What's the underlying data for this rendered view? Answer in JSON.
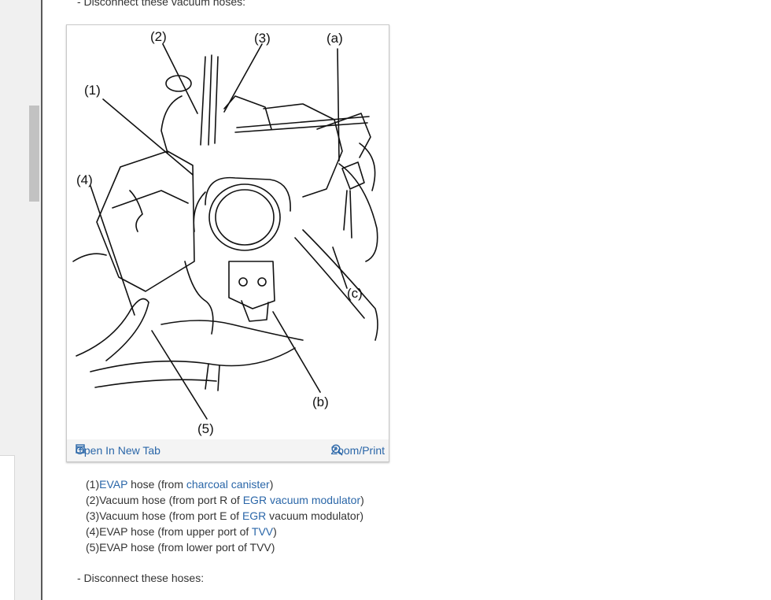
{
  "intro_text": "- Disconnect these vacuum hoses:",
  "figure": {
    "callouts": [
      "(2)",
      "(3)",
      "(a)",
      "(1)",
      "(4)",
      "(c)",
      "(b)",
      "(5)"
    ],
    "open_tab_label": "Open In New Tab",
    "zoom_label": "Zoom/Print"
  },
  "captions": [
    {
      "num": "(1)",
      "p1": "",
      "l1": "EVAP",
      "p2": " hose (from ",
      "l2": "charcoal canister",
      "p3": ")",
      "l3": "",
      "p4": ""
    },
    {
      "num": "(2)",
      "p1": "Vacuum hose (from port R of ",
      "l1": "EGR vacuum modulator",
      "p2": ")",
      "l2": "",
      "p3": "",
      "l3": "",
      "p4": ""
    },
    {
      "num": "(3)",
      "p1": "Vacuum hose (from port E of ",
      "l1": "EGR",
      "p2": " vacuum modulator)",
      "l2": "",
      "p3": "",
      "l3": "",
      "p4": ""
    },
    {
      "num": "(4)",
      "p1": "EVAP hose (from upper port of ",
      "l1": "TVV",
      "p2": ")",
      "l2": "",
      "p3": "",
      "l3": "",
      "p4": ""
    },
    {
      "num": "(5)",
      "p1": "EVAP hose (from lower port of TVV)",
      "l1": "",
      "p2": "",
      "l2": "",
      "p3": "",
      "l3": "",
      "p4": ""
    }
  ],
  "outro_text": "- Disconnect these hoses:",
  "colors": {
    "link": "#2a66a8",
    "text": "#333333"
  }
}
